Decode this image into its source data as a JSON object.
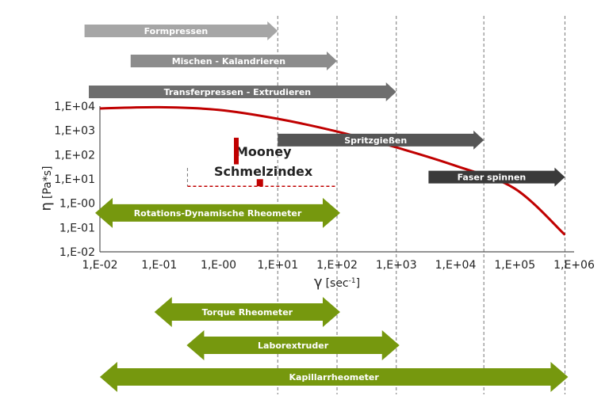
{
  "chart_data": {
    "type": "line",
    "y_axis": {
      "label_symbol": "η",
      "label_unit": "[Pa*s]",
      "scale": "log",
      "ticks": [
        "1,E-02",
        "1,E-01",
        "1,E-00",
        "1,E+01",
        "1,E+02",
        "1,E+03",
        "1,E+04"
      ],
      "range": [
        0.01,
        10000
      ]
    },
    "x_axis": {
      "label_symbol": "γ",
      "label_unit_base": "[sec",
      "label_unit_sup": "-1",
      "label_unit_close": "]",
      "scale": "log",
      "ticks": [
        "1,E-02",
        "1,E-01",
        "1,E-00",
        "1,E+01",
        "1,E+02",
        "1,E+03",
        "1,E+04",
        "1,E+05",
        "1,E+06"
      ],
      "range": [
        0.01,
        1000000
      ]
    },
    "series": [
      {
        "color": "#c00000",
        "x": [
          0.01,
          0.1,
          1,
          10,
          100,
          1000,
          10000,
          100000,
          700000
        ],
        "y": [
          8000,
          9000,
          7000,
          3000,
          900,
          200,
          35,
          4,
          0.05
        ]
      }
    ],
    "process_ranges": [
      {
        "label": "Formpressen",
        "x_from": 0.0055,
        "x_to": 10,
        "row": 1,
        "color": "#a6a6a6"
      },
      {
        "label": "Mischen - Kalandrieren",
        "x_from": 0.033,
        "x_to": 100,
        "row": 2,
        "color": "#8c8c8c"
      },
      {
        "label": "Transferpressen - Extrudieren",
        "x_from": 0.0065,
        "x_to": 1000,
        "row": 3,
        "color": "#6e6e6e"
      },
      {
        "label": "Spritzgießen",
        "x_from": 10,
        "x_to": 30000,
        "y_level": 400,
        "color": "#555555"
      },
      {
        "label": "Faser spinnen",
        "x_from": 3500,
        "x_to": 700000,
        "y_level": 12,
        "color": "#3a3a3a"
      }
    ],
    "instrument_ranges": [
      {
        "label": "Rotations-Dynamische Rheometer",
        "x_from": 0.01,
        "x_to": 100,
        "y_level": 0.4,
        "color": "#76980e"
      },
      {
        "label": "Torque Rheometer",
        "x_from": 0.1,
        "x_to": 100,
        "row": 1,
        "color": "#76980e"
      },
      {
        "label": "Laborextruder",
        "x_from": 0.35,
        "x_to": 1000,
        "row": 2,
        "color": "#76980e"
      },
      {
        "label": "Kapillarrheometer",
        "x_from": 0.012,
        "x_to": 700000,
        "row": 3,
        "color": "#76980e"
      }
    ],
    "annotations": [
      {
        "label": "Mooney",
        "x": 2,
        "y_from": 40,
        "y_to": 500,
        "color": "#c00000"
      },
      {
        "label": "Schmelzindex",
        "x": 5,
        "y": 6,
        "range_x": [
          0.3,
          100
        ],
        "range_y": 5,
        "color": "#c00000"
      }
    ],
    "guides_x": [
      10,
      100,
      1000,
      30000,
      700000,
      0.3
    ],
    "grid": false,
    "legend": "none"
  }
}
